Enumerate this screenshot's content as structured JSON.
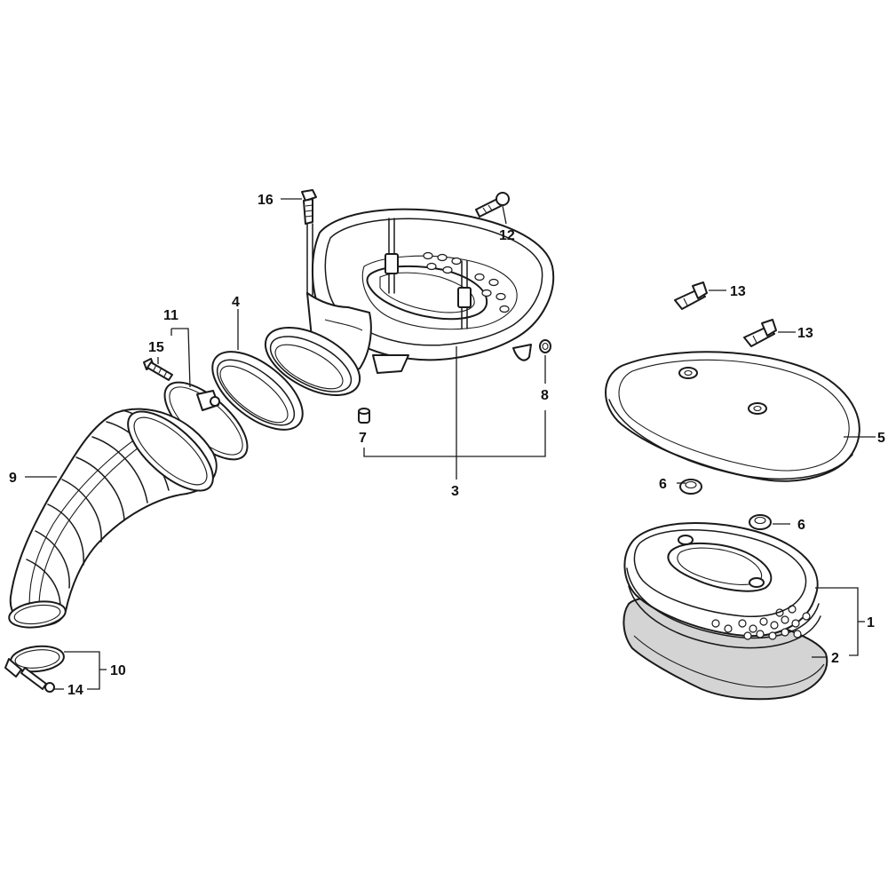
{
  "diagram": {
    "colors": {
      "line": "#1a1a1a",
      "shading": "#d4d4d4",
      "background": "#ffffff"
    },
    "callouts": [
      {
        "id": "c16",
        "label": "16"
      },
      {
        "id": "c12",
        "label": "12"
      },
      {
        "id": "c4",
        "label": "4"
      },
      {
        "id": "c11",
        "label": "11"
      },
      {
        "id": "c15",
        "label": "15"
      },
      {
        "id": "c13a",
        "label": "13"
      },
      {
        "id": "c13b",
        "label": "13"
      },
      {
        "id": "c8",
        "label": "8"
      },
      {
        "id": "c7",
        "label": "7"
      },
      {
        "id": "c3",
        "label": "3"
      },
      {
        "id": "c5",
        "label": "5"
      },
      {
        "id": "c9",
        "label": "9"
      },
      {
        "id": "c6a",
        "label": "6"
      },
      {
        "id": "c6b",
        "label": "6"
      },
      {
        "id": "c1",
        "label": "1"
      },
      {
        "id": "c2",
        "label": "2"
      },
      {
        "id": "c10",
        "label": "10"
      },
      {
        "id": "c14",
        "label": "14"
      }
    ]
  }
}
